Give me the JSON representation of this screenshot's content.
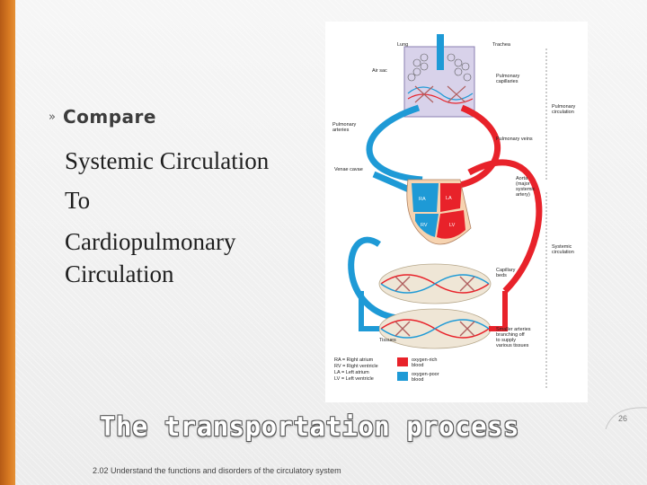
{
  "slide": {
    "bullet_marker": "»",
    "bullet_text": "Compare",
    "heading_lines": [
      "Systemic Circulation",
      "To",
      "Cardiopulmonary",
      "Circulation"
    ],
    "title": "The transportation process",
    "footer": "2.02 Understand the functions and disorders of the circulatory system",
    "page_number": "26"
  },
  "diagram": {
    "labels": {
      "lung": "Lung",
      "trachea": "Trachea",
      "air_sac": "Air sac",
      "pulmonary_capillaries_1": "Pulmonary",
      "pulmonary_capillaries_2": "capillaries",
      "pulmonary_circulation_1": "Pulmonary",
      "pulmonary_circulation_2": "circulation",
      "pulmonary_arteries_1": "Pulmonary",
      "pulmonary_arteries_2": "arteries",
      "pulmonary_veins": "Pulmonary veins",
      "venae_cavae": "Venae cavae",
      "aorta_1": "Aorta",
      "aorta_2": "(major",
      "aorta_3": "systemic",
      "aorta_4": "artery)",
      "systemic_circulation_1": "Systemic",
      "systemic_circulation_2": "circulation",
      "capillary_beds_1": "Capillary",
      "capillary_beds_2": "beds",
      "smaller_arteries_1": "Smaller arteries",
      "smaller_arteries_2": "branching off",
      "smaller_arteries_3": "to supply",
      "smaller_arteries_4": "various tissues",
      "tissues": "Tissues",
      "ra": "RA",
      "la": "LA",
      "rv": "RV",
      "lv": "LV"
    },
    "legend": {
      "abbrev_1": "RA = Right atrium",
      "abbrev_2": "RV = Right ventricle",
      "abbrev_3": "LA = Left atrium",
      "abbrev_4": "LV = Left ventricle",
      "oxygen_rich_1": "oxygen-rich",
      "oxygen_rich_2": "blood",
      "oxygen_poor_1": "oxygen-poor",
      "oxygen_poor_2": "blood"
    },
    "colors": {
      "oxygen_rich": "#e8222a",
      "oxygen_poor": "#1e9ad6",
      "lung_fill": "#d8d2ea",
      "heart_fill": "#f6d3b0",
      "tissue_fill": "#efe6d6"
    }
  }
}
